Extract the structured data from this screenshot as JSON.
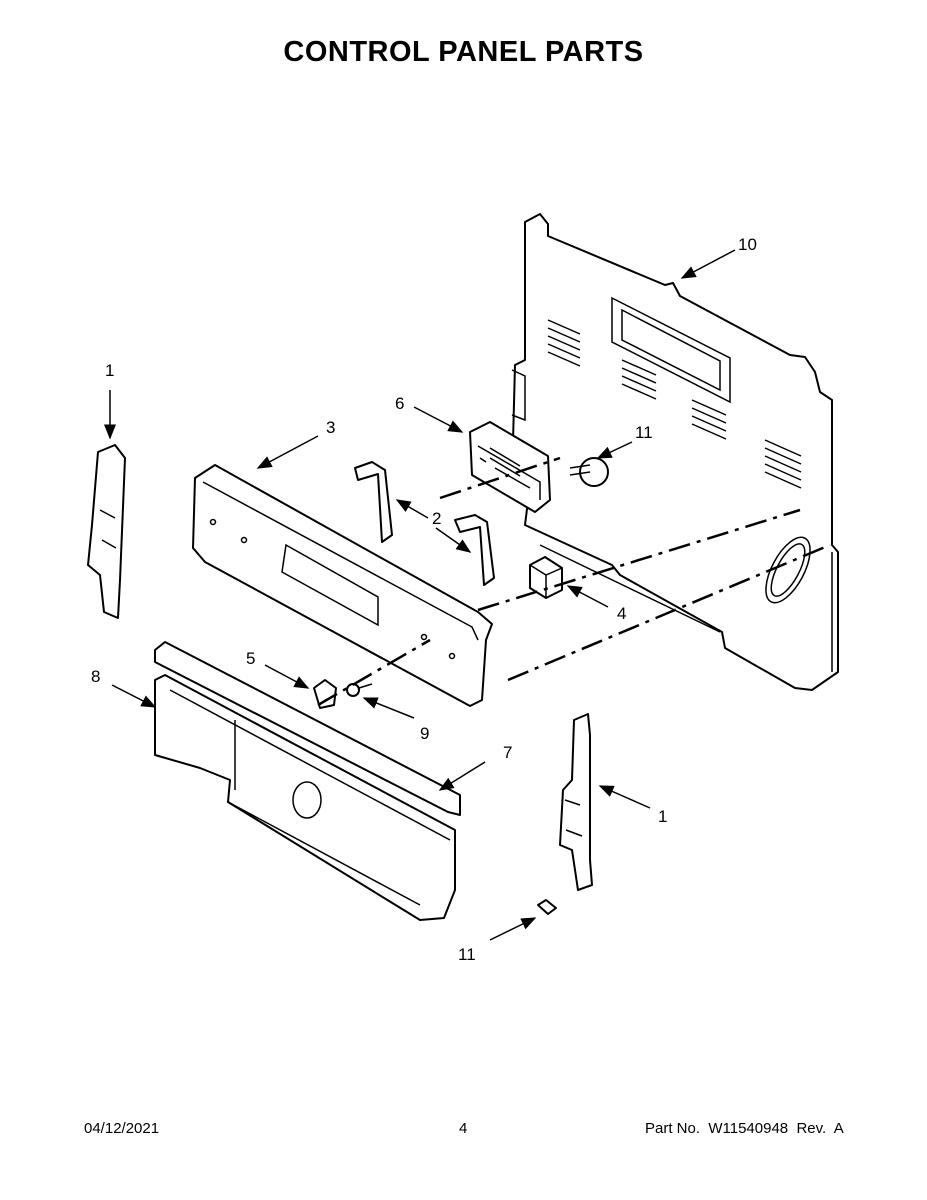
{
  "title": "CONTROL PANEL PARTS",
  "callouts": [
    "1",
    "2",
    "3",
    "4",
    "5",
    "6",
    "7",
    "8",
    "9",
    "10",
    "11",
    "1",
    "11"
  ],
  "footer": {
    "date": "04/12/2021",
    "page": "4",
    "part_no": "Part No.  W11540948  Rev.  A"
  }
}
